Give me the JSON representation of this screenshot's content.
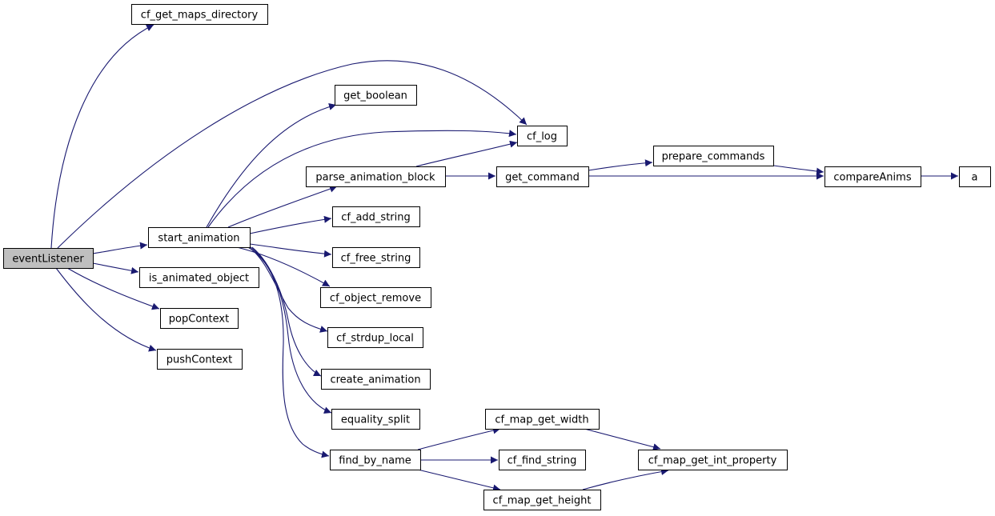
{
  "graph": {
    "kind": "call-graph",
    "edge_color": "#191970",
    "root_fill": "#bfbfbf",
    "nodes": [
      {
        "id": "eventListener",
        "label": "eventListener",
        "root": true
      },
      {
        "id": "cf_get_maps_directory",
        "label": "cf_get_maps_directory"
      },
      {
        "id": "cf_log",
        "label": "cf_log"
      },
      {
        "id": "get_boolean",
        "label": "get_boolean"
      },
      {
        "id": "parse_animation_block",
        "label": "parse_animation_block"
      },
      {
        "id": "get_command",
        "label": "get_command"
      },
      {
        "id": "prepare_commands",
        "label": "prepare_commands"
      },
      {
        "id": "compareAnims",
        "label": "compareAnims"
      },
      {
        "id": "a",
        "label": "a"
      },
      {
        "id": "start_animation",
        "label": "start_animation"
      },
      {
        "id": "cf_add_string",
        "label": "cf_add_string"
      },
      {
        "id": "cf_free_string",
        "label": "cf_free_string"
      },
      {
        "id": "is_animated_object",
        "label": "is_animated_object"
      },
      {
        "id": "cf_object_remove",
        "label": "cf_object_remove"
      },
      {
        "id": "popContext",
        "label": "popContext"
      },
      {
        "id": "cf_strdup_local",
        "label": "cf_strdup_local"
      },
      {
        "id": "pushContext",
        "label": "pushContext"
      },
      {
        "id": "create_animation",
        "label": "create_animation"
      },
      {
        "id": "equality_split",
        "label": "equality_split"
      },
      {
        "id": "cf_map_get_width",
        "label": "cf_map_get_width"
      },
      {
        "id": "find_by_name",
        "label": "find_by_name"
      },
      {
        "id": "cf_find_string",
        "label": "cf_find_string"
      },
      {
        "id": "cf_map_get_int_property",
        "label": "cf_map_get_int_property"
      },
      {
        "id": "cf_map_get_height",
        "label": "cf_map_get_height"
      }
    ],
    "edges": [
      {
        "from": "eventListener",
        "to": "cf_get_maps_directory"
      },
      {
        "from": "eventListener",
        "to": "cf_log"
      },
      {
        "from": "eventListener",
        "to": "start_animation"
      },
      {
        "from": "eventListener",
        "to": "is_animated_object"
      },
      {
        "from": "eventListener",
        "to": "popContext"
      },
      {
        "from": "eventListener",
        "to": "pushContext"
      },
      {
        "from": "start_animation",
        "to": "get_boolean"
      },
      {
        "from": "start_animation",
        "to": "cf_log"
      },
      {
        "from": "start_animation",
        "to": "parse_animation_block"
      },
      {
        "from": "start_animation",
        "to": "cf_add_string"
      },
      {
        "from": "start_animation",
        "to": "cf_free_string"
      },
      {
        "from": "start_animation",
        "to": "cf_object_remove"
      },
      {
        "from": "start_animation",
        "to": "cf_strdup_local"
      },
      {
        "from": "start_animation",
        "to": "create_animation"
      },
      {
        "from": "start_animation",
        "to": "equality_split"
      },
      {
        "from": "start_animation",
        "to": "find_by_name"
      },
      {
        "from": "parse_animation_block",
        "to": "cf_log"
      },
      {
        "from": "parse_animation_block",
        "to": "get_command"
      },
      {
        "from": "get_command",
        "to": "prepare_commands"
      },
      {
        "from": "get_command",
        "to": "compareAnims"
      },
      {
        "from": "prepare_commands",
        "to": "compareAnims"
      },
      {
        "from": "compareAnims",
        "to": "a"
      },
      {
        "from": "find_by_name",
        "to": "cf_map_get_width"
      },
      {
        "from": "find_by_name",
        "to": "cf_find_string"
      },
      {
        "from": "find_by_name",
        "to": "cf_map_get_height"
      },
      {
        "from": "cf_map_get_width",
        "to": "cf_map_get_int_property"
      },
      {
        "from": "cf_map_get_height",
        "to": "cf_map_get_int_property"
      }
    ]
  }
}
